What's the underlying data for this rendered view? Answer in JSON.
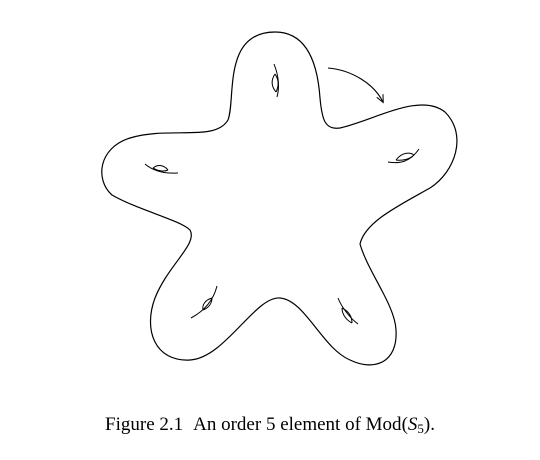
{
  "caption": {
    "label": "Figure 2.1",
    "text_before": "An order",
    "order": "5",
    "text_middle": "element of",
    "group": "Mod",
    "surface_letter": "S",
    "surface_genus": "5",
    "end": "."
  },
  "figure": {
    "stroke_color": "#000000",
    "fill_color": "#ffffff",
    "handle_count": 5,
    "rotation_arrow": "arrow-clockwise"
  }
}
